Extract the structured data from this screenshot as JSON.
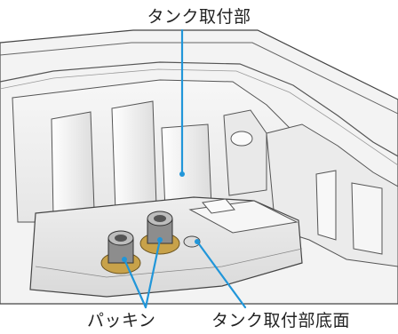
{
  "labels": {
    "tank_mount": "タンク取付部",
    "packing": "パッキン",
    "tank_mount_bottom": "タンク取付部底面"
  },
  "colors": {
    "leader_line": "#2196d9",
    "outline": "#333333",
    "surface": "#efefef",
    "shade": "#d8d8d8",
    "washer": "#c8a24a"
  },
  "icons": [
    "packing-fitting-icon"
  ]
}
